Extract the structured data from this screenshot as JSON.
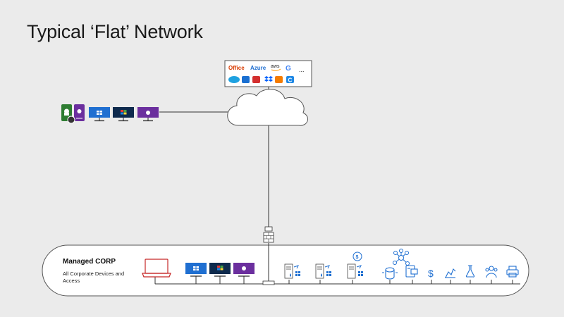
{
  "title": "Typical ‘Flat’ Network",
  "cloud_services": {
    "row1": [
      "Office",
      "Azure",
      "aws",
      "G",
      "..."
    ],
    "row2_icons": [
      "salesforce-icon",
      "box-icon",
      "app-red-icon",
      "dropbox-icon",
      "app-orange-icon",
      "app-c-icon"
    ]
  },
  "managed_corp": {
    "title": "Managed CORP",
    "subtitle": "All Corporate Devices and Access"
  },
  "colors": {
    "background": "#ebebeb",
    "line": "#333333",
    "windows_blue": "#1f6fd1",
    "navy": "#0e2a4d",
    "purple": "#6b2f9e",
    "green": "#2e7d32",
    "laptop_red": "#c62828",
    "icon_blue": "#1f6fd1"
  }
}
